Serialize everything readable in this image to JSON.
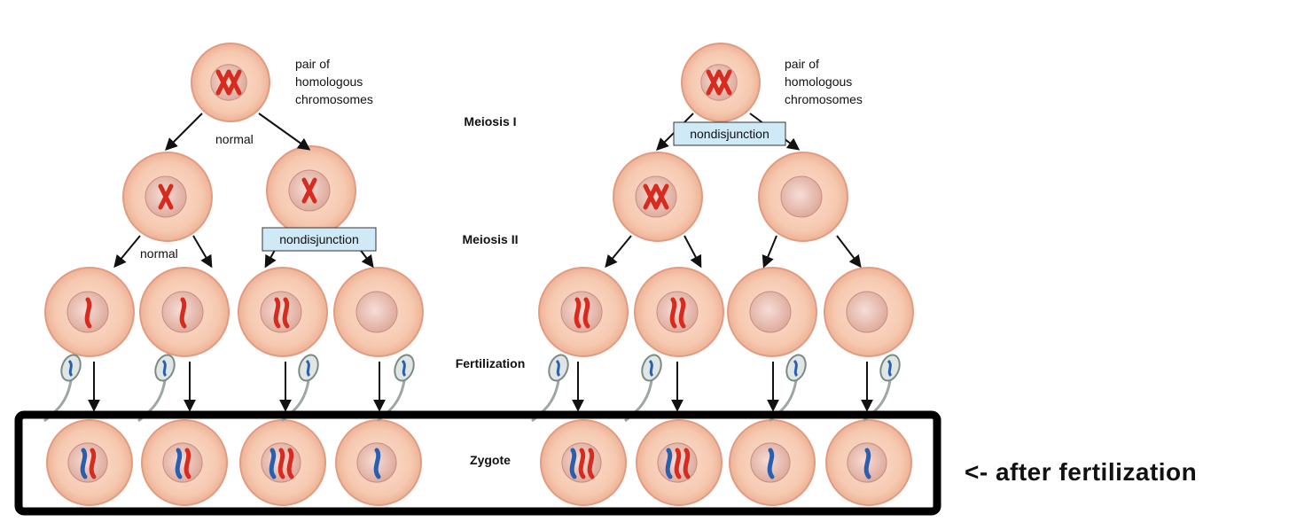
{
  "left_panel": {
    "top_label": [
      "pair of",
      "homologous",
      "chromosomes"
    ],
    "meiosis1_label": "normal",
    "meiosis2_left_label": "normal",
    "meiosis2_right_label": "nondisjunction"
  },
  "right_panel": {
    "top_label": [
      "pair of",
      "homologous",
      "chromosomes"
    ],
    "meiosis1_label": "nondisjunction"
  },
  "stages": {
    "meiosis1": "Meiosis I",
    "meiosis2": "Meiosis II",
    "fertilization": "Fertilization",
    "zygote": "Zygote"
  },
  "annotation": {
    "caption": "<- after fertilization"
  },
  "colors": {
    "cell_outer": "#f4c1a6",
    "cell_inner": "#f8d5c1",
    "nucleus": "#e9b7a8",
    "maternal_chromosome": "#d62b1e",
    "paternal_chromosome": "#2a5fb0",
    "label_box": "#cfe9f7",
    "highlight_frame": "#000000"
  }
}
